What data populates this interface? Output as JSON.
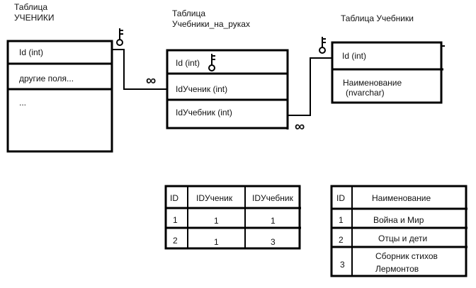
{
  "tables": {
    "students": {
      "title_line1": "Таблица",
      "title_line2": "УЧЕНИКИ",
      "fields": [
        "Id (int)",
        "другие поля...",
        "..."
      ]
    },
    "loans": {
      "title_line1": "Таблица",
      "title_line2": "Учебники_на_руках",
      "fields": [
        "Id (int)",
        "IdУченик (int)",
        "IdУчебник (int)"
      ]
    },
    "books": {
      "title": "Таблица Учебники",
      "fields": [
        "Id (int)",
        "Наименование",
        "(nvarchar)"
      ]
    }
  },
  "relations": {
    "many_symbol": "∞"
  },
  "sample_tables": {
    "loans": {
      "headers": [
        "ID",
        "IDУченик",
        "IDУчебник"
      ],
      "rows": [
        [
          "1",
          "1",
          "1"
        ],
        [
          "2",
          "1",
          "3"
        ]
      ]
    },
    "books": {
      "headers": [
        "ID",
        "Наименование"
      ],
      "rows": [
        [
          "1",
          "Война и Мир"
        ],
        [
          "2",
          "Отцы и дети"
        ],
        [
          "3",
          "Сборник стихов",
          "Лермонтов"
        ]
      ]
    }
  }
}
